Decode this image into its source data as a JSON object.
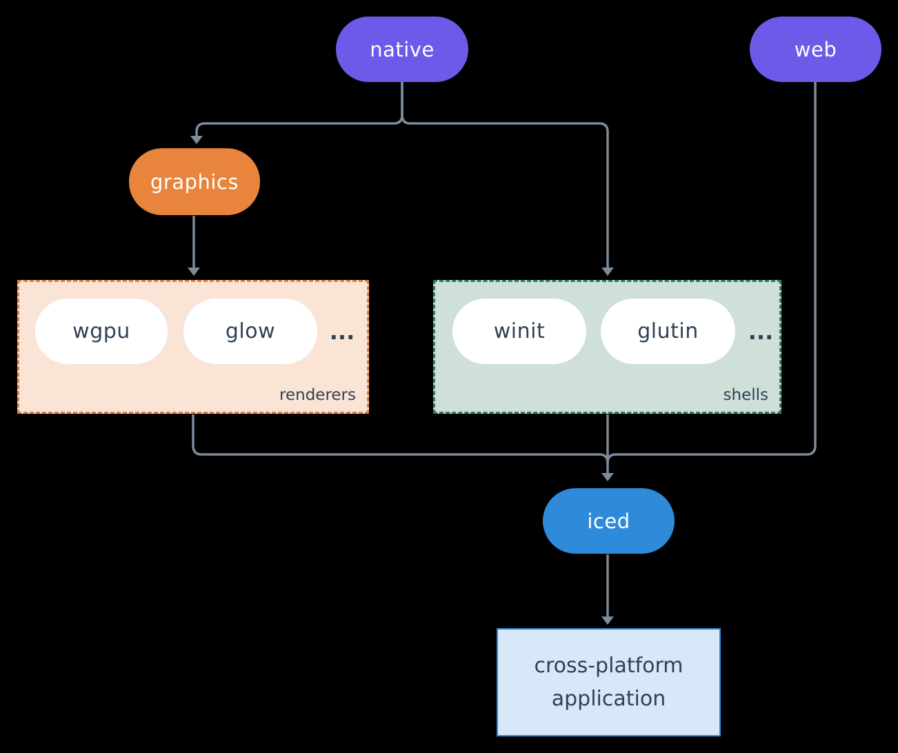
{
  "colors": {
    "background": "#000000",
    "connector": "#7D8C9B",
    "purple": "#6B5BE8",
    "orange": "#E8843B",
    "blue": "#2E8BDA",
    "pill_white": "#FFFFFF",
    "text_light": "#FFFFFF",
    "text_dark": "#2F4154",
    "renderers_fill": "#FAE4D6",
    "renderers_border": "#E2823E",
    "shells_fill": "#CFE0D9",
    "shells_border": "#2E7D6C",
    "app_fill": "#D7E8F8",
    "app_border": "#2E8BDA"
  },
  "nodes": {
    "native": "native",
    "web": "web",
    "graphics": "graphics",
    "iced": "iced"
  },
  "groups": {
    "renderers": {
      "label": "renderers",
      "pills": [
        "wgpu",
        "glow"
      ],
      "more": "..."
    },
    "shells": {
      "label": "shells",
      "pills": [
        "winit",
        "glutin"
      ],
      "more": "..."
    }
  },
  "application": {
    "lines": [
      "cross-platform",
      "application"
    ]
  }
}
